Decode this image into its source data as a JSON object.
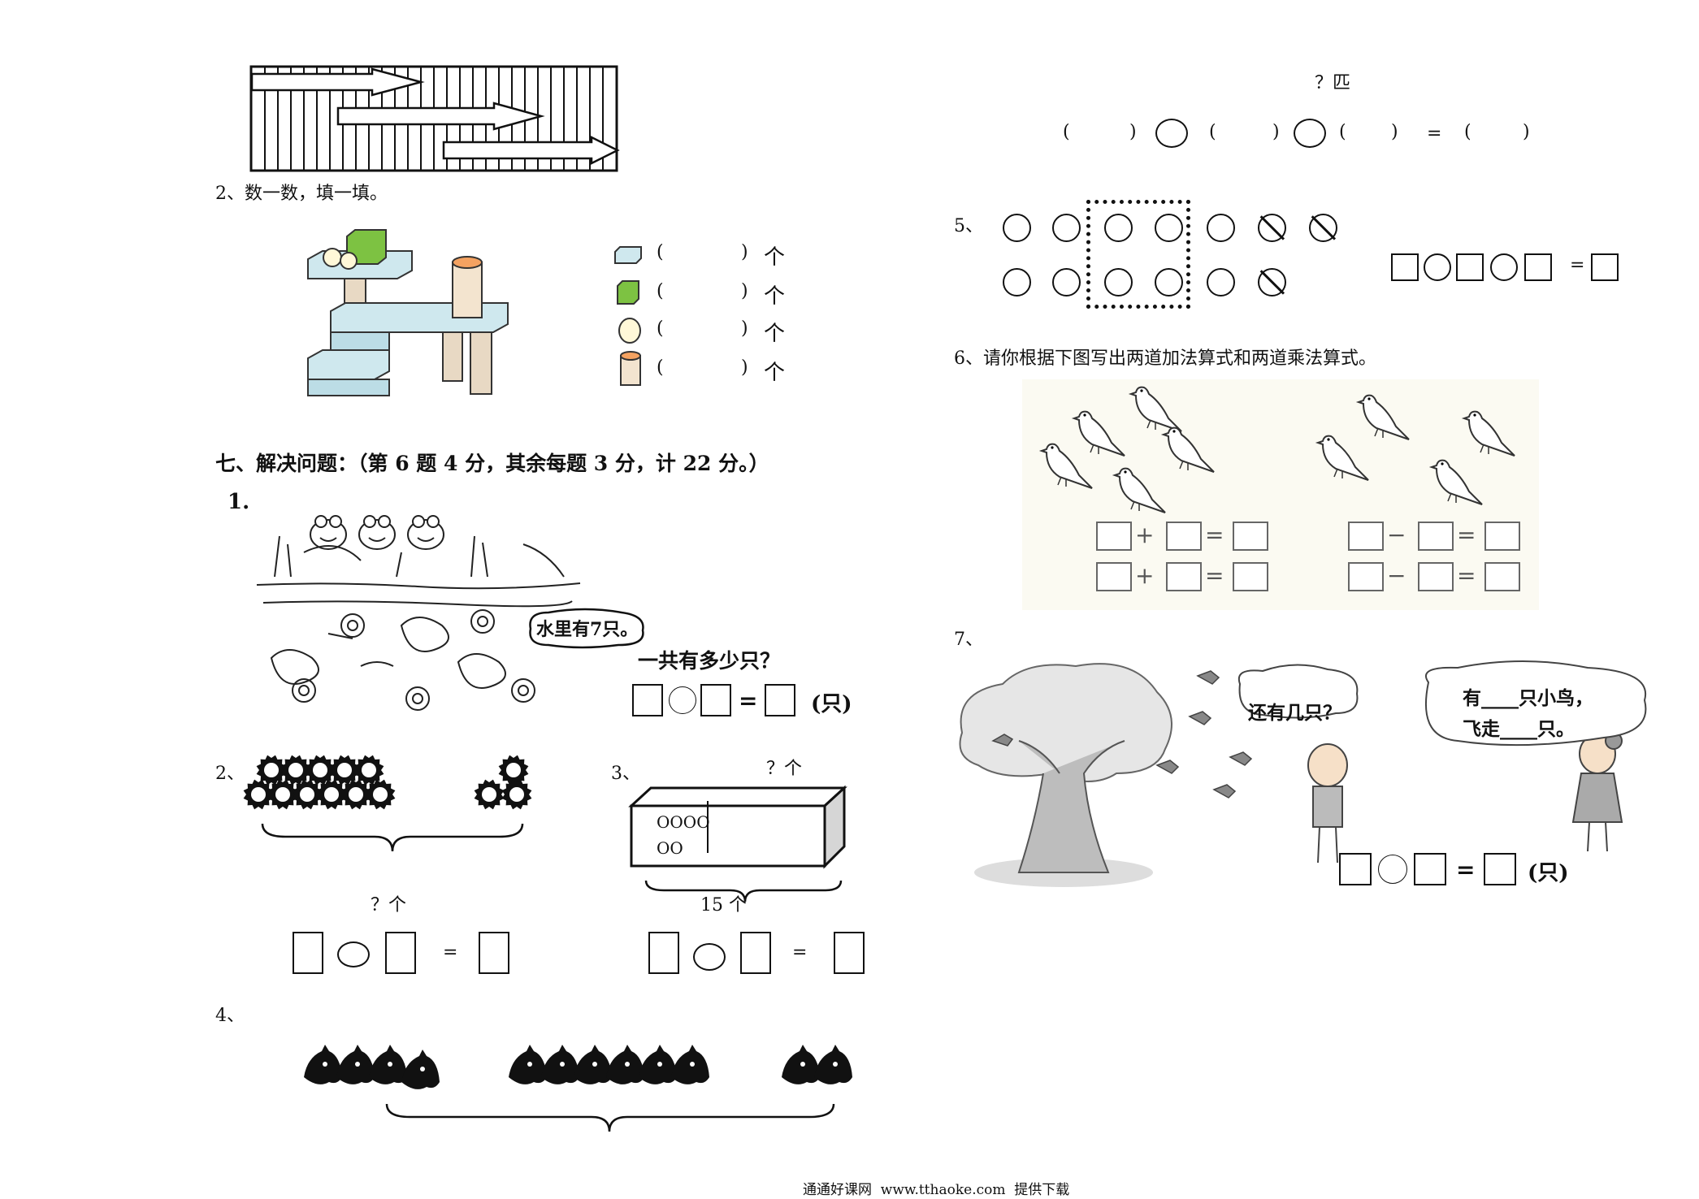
{
  "left": {
    "q2_title": "2、数一数，填一填。",
    "count_rows": [
      {
        "icon": "cuboid-icon",
        "open": "(",
        "close": ")",
        "unit": "个"
      },
      {
        "icon": "cube-icon",
        "open": "(",
        "close": ")",
        "unit": "个"
      },
      {
        "icon": "sphere-icon",
        "open": "(",
        "close": ")",
        "unit": "个"
      },
      {
        "icon": "cylinder-icon",
        "open": "(",
        "close": ")",
        "unit": "个"
      }
    ],
    "section_title": "七、解决问题：（第 6 题 4 分，其余每题 3 分，计 22 分。）",
    "p1": {
      "num": "1.",
      "bubble": "水里有7只。",
      "question": "一共有多少只？",
      "eq": "=",
      "unit": "(只)"
    },
    "p2": {
      "num": "2、",
      "question": "？个",
      "eq": "="
    },
    "p3": {
      "num": "3、",
      "question": "？个",
      "row1": "OOOO",
      "row2": "OO",
      "total": "15 个",
      "eq": "="
    },
    "p4": {
      "num": "4、"
    }
  },
  "right": {
    "p4_question": "？匹",
    "p4_eq": {
      "paren_open": "(",
      "paren_close": ")",
      "eq": "="
    },
    "p5": {
      "num": "5、",
      "eq": "="
    },
    "p6": {
      "title": "6、请你根据下图写出两道加法算式和两道乘法算式。",
      "plus": "+",
      "minus": "−",
      "eq": "="
    },
    "p7": {
      "num": "7、",
      "bubble_boy": "还有几只？",
      "bubble_girl_1": "有____只小鸟，",
      "bubble_girl_2": "飞走____只。",
      "eq": "=",
      "unit": "(只)"
    }
  },
  "footer": "通通好课网  www.tthaoke.com  提供下载"
}
